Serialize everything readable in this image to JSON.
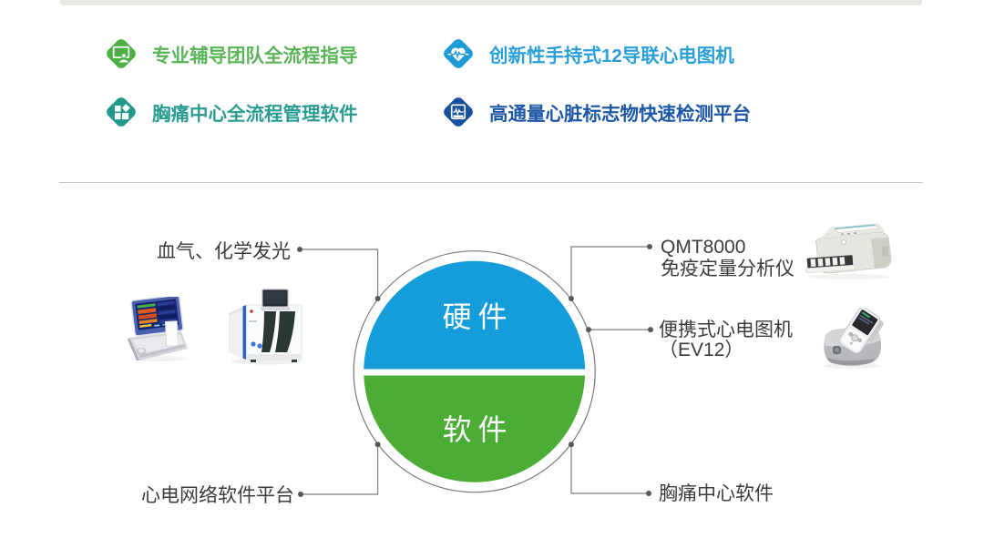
{
  "page": {
    "background": "#ffffff",
    "top_strip_color": "#e8e9e4",
    "divider_color": "#c6c6c6"
  },
  "features": {
    "items": [
      {
        "label": "专业辅导团队全流程指导",
        "color": "#58b457",
        "icon": "training-board-icon",
        "icon_color": "#4cb043"
      },
      {
        "label": "胸痛中心全流程管理软件",
        "color": "#2a9c92",
        "icon": "modules-icon",
        "icon_color": "#22988d"
      },
      {
        "label": "创新性手持式12导联心电图机",
        "color": "#2b9fd8",
        "icon": "heart-pulse-icon",
        "icon_color": "#1e9ad6"
      },
      {
        "label": "高通量心脏标志物快速检测平台",
        "color": "#1d57a5",
        "icon": "ecg-monitor-icon",
        "icon_color": "#17509e"
      }
    ]
  },
  "diagram": {
    "hardware_label": "硬件",
    "software_label": "软件",
    "colors": {
      "hardware_blue": "#149dda",
      "software_green": "#4bad36",
      "ring_gray": "#7b7b7b",
      "connector_gray": "#7f7f7f",
      "label_gray": "#3c3c3c"
    },
    "callouts": [
      {
        "id": "blood-gas",
        "lines": [
          "血气、化学发光"
        ]
      },
      {
        "id": "qmt8000",
        "lines": [
          "QMT8000",
          "免疫定量分析仪"
        ]
      },
      {
        "id": "portable-ecg",
        "lines": [
          "便携式心电图机",
          "（EV12）"
        ]
      },
      {
        "id": "ecg-network",
        "lines": [
          "心电网络软件平台"
        ]
      },
      {
        "id": "cpc-software",
        "lines": [
          "胸痛中心软件"
        ]
      }
    ],
    "devices": [
      {
        "id": "blood-gas-analyzer"
      },
      {
        "id": "chemiluminescence-analyzer"
      },
      {
        "id": "qmt8000-analyzer"
      },
      {
        "id": "ev12-ecg-device"
      }
    ]
  }
}
